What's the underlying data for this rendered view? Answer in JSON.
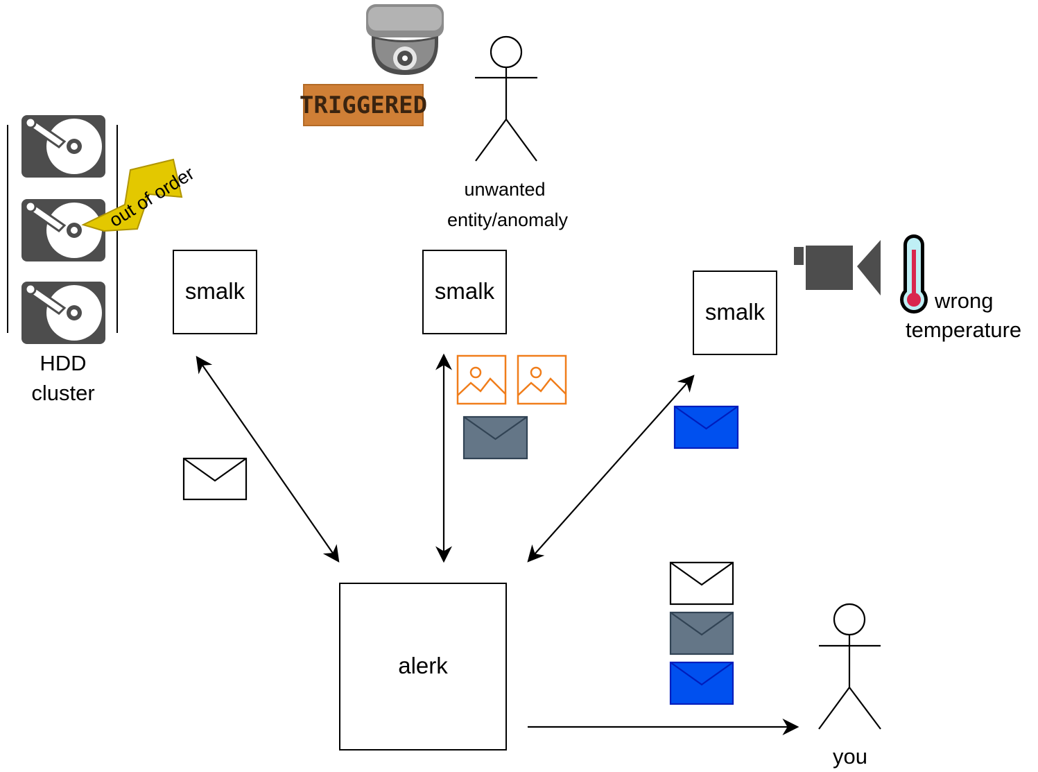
{
  "nodes": {
    "smalk_left": "smalk",
    "smalk_center": "smalk",
    "smalk_right": "smalk",
    "alerk": "alerk"
  },
  "labels": {
    "hdd_line1": "HDD",
    "hdd_line2": "cluster",
    "out_of_order": "out of order",
    "triggered": "TRIGGERED",
    "entity_line1": "unwanted",
    "entity_line2": "entity/anomaly",
    "temp_line1": "wrong",
    "temp_line2": "temperature",
    "you": "you"
  },
  "colors": {
    "envelope_white": "#ffffff",
    "envelope_gray": "#647687",
    "envelope_blue": "#0050ef",
    "image_icon": "#f07d1a",
    "burst": "#e3c800",
    "triggered_tag": "#cf7f36",
    "hdd": "#4d4d4d",
    "camera": "#4d4d4d",
    "thermo_red": "#d9264d"
  },
  "icons": [
    "hdd-icon",
    "camera-dome-icon",
    "video-camera-icon",
    "thermometer-icon",
    "image-icon",
    "envelope-icon",
    "person-icon"
  ]
}
